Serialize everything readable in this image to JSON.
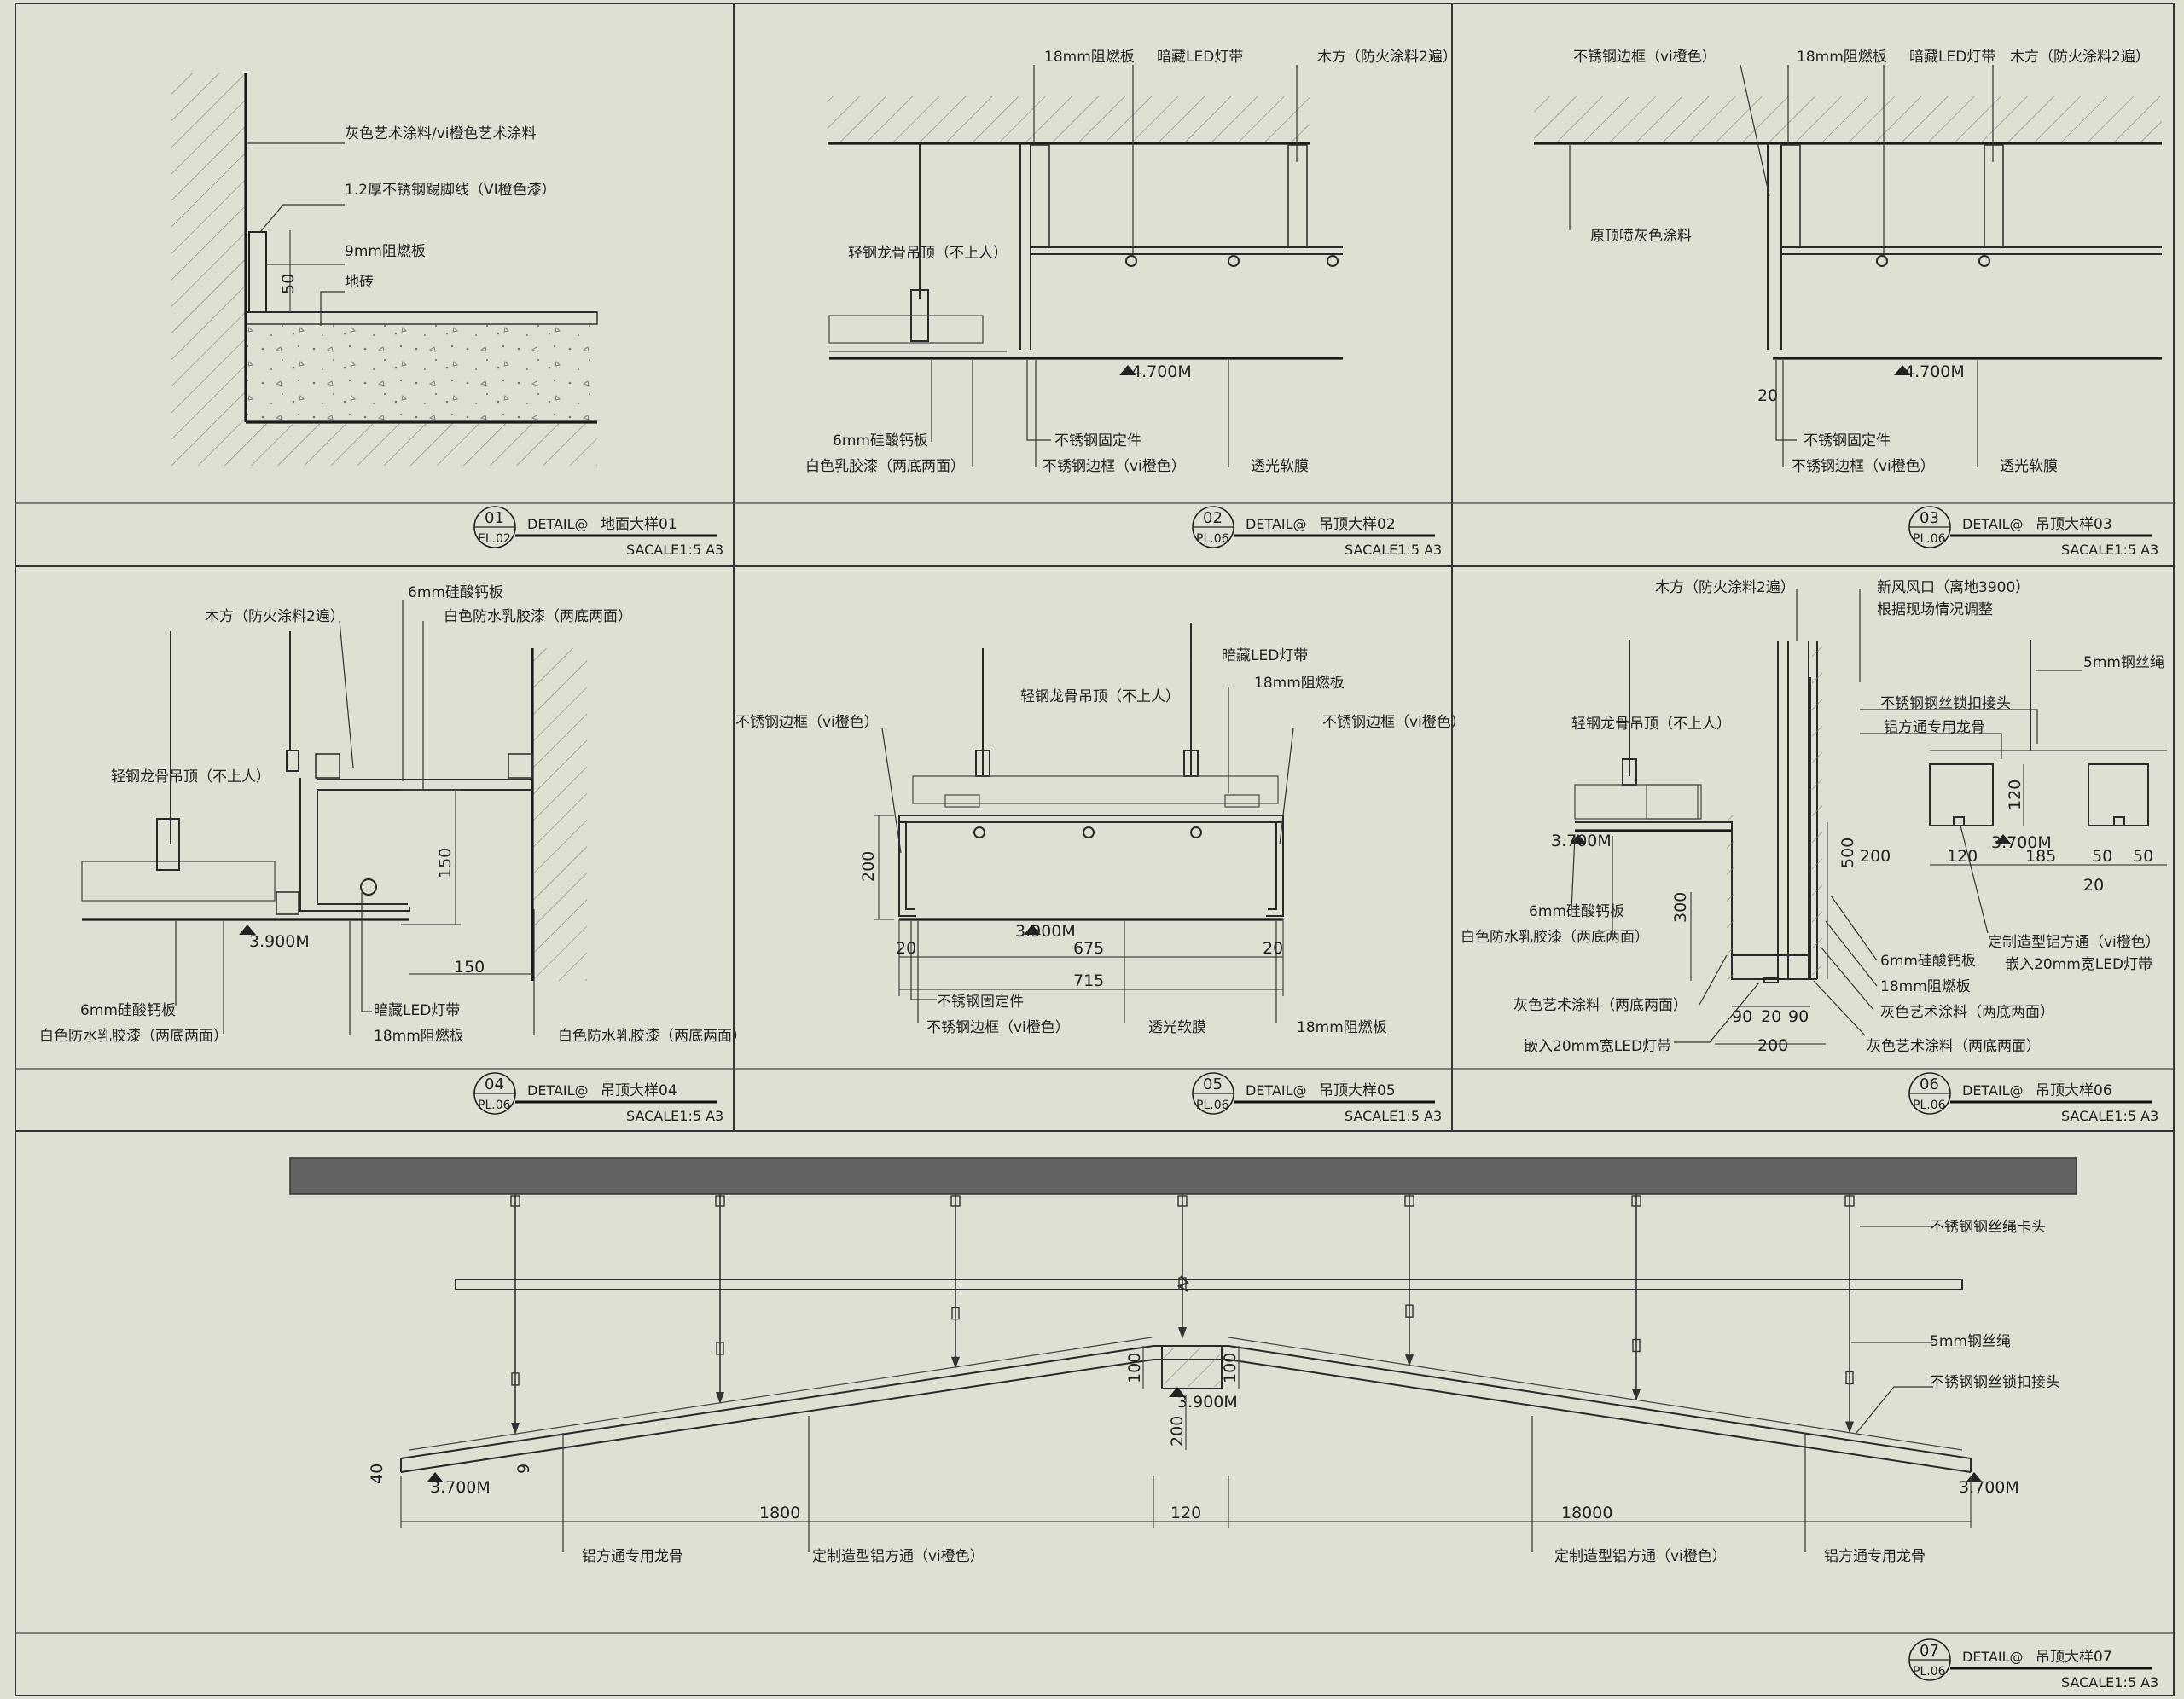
{
  "colors": {
    "background": "#dfdfd3",
    "line": "#2a2a2a",
    "beam": "#636363"
  },
  "details": {
    "d01": {
      "num": "01",
      "sheet": "EL.02",
      "tag": "DETAIL@",
      "name": "地面大样01",
      "scale": "SACALE1:5 A3",
      "labels": {
        "paint": "灰色艺术涂料/vi橙色艺术涂料",
        "skirting": "1.2厚不锈钢踢脚线（VI橙色漆）",
        "board": "9mm阻燃板",
        "tile": "地砖"
      },
      "dims": {
        "h50": "50"
      }
    },
    "d02": {
      "num": "02",
      "sheet": "PL.06",
      "tag": "DETAIL@",
      "name": "吊顶大样02",
      "scale": "SACALE1:5 A3",
      "labels": {
        "board18": "18mm阻燃板",
        "led": "暗藏LED灯带",
        "wood": "木方（防火涂料2遍）",
        "keel": "轻钢龙骨吊顶（不上人）",
        "silicate": "6mm硅酸钙板",
        "latex": "白色乳胶漆（两底两面）",
        "fixer": "不锈钢固定件",
        "frame": "不锈钢边框（vi橙色）",
        "film": "透光软膜"
      },
      "levels": {
        "l4700": "4.700M"
      }
    },
    "d03": {
      "num": "03",
      "sheet": "PL.06",
      "tag": "DETAIL@",
      "name": "吊顶大样03",
      "scale": "SACALE1:5 A3",
      "labels": {
        "frame_top": "不锈钢边框（vi橙色）",
        "board18": "18mm阻燃板",
        "led": "暗藏LED灯带",
        "wood": "木方（防火涂料2遍）",
        "spray": "原顶喷灰色涂料",
        "fixer": "不锈钢固定件",
        "frame": "不锈钢边框（vi橙色）",
        "film": "透光软膜"
      },
      "levels": {
        "l4700": "4.700M"
      },
      "dims": {
        "d20": "20"
      }
    },
    "d04": {
      "num": "04",
      "sheet": "PL.06",
      "tag": "DETAIL@",
      "name": "吊顶大样04",
      "scale": "SACALE1:5 A3",
      "labels": {
        "silicate_top": "6mm硅酸钙板",
        "wood": "木方（防火涂料2遍）",
        "latex_top": "白色防水乳胶漆（两底两面）",
        "keel": "轻钢龙骨吊顶（不上人）",
        "silicate": "6mm硅酸钙板",
        "latex": "白色防水乳胶漆（两底两面）",
        "led": "暗藏LED灯带",
        "board18": "18mm阻燃板",
        "latex_right": "白色防水乳胶漆（两底两面）"
      },
      "levels": {
        "l3900": "3.900M"
      },
      "dims": {
        "d150v": "150",
        "d150h": "150"
      }
    },
    "d05": {
      "num": "05",
      "sheet": "PL.06",
      "tag": "DETAIL@",
      "name": "吊顶大样05",
      "scale": "SACALE1:5 A3",
      "labels": {
        "led": "暗藏LED灯带",
        "keel": "轻钢龙骨吊顶（不上人）",
        "board18_top": "18mm阻燃板",
        "frame_l": "不锈钢边框（vi橙色）",
        "frame_r": "不锈钢边框（vi橙色）",
        "fixer": "不锈钢固定件",
        "frame_b": "不锈钢边框（vi橙色）",
        "film": "透光软膜",
        "board18": "18mm阻燃板"
      },
      "levels": {
        "l3900": "3.900M"
      },
      "dims": {
        "d200": "200",
        "d20a": "20",
        "d675": "675",
        "d20b": "20",
        "d715": "715"
      }
    },
    "d06": {
      "num": "06",
      "sheet": "PL.06",
      "tag": "DETAIL@",
      "name": "吊顶大样06",
      "scale": "SACALE1:5 A3",
      "labels": {
        "wood": "木方（防火涂料2遍）",
        "vent": "新风风口（离地3900）",
        "vent2": "根据现场情况调整",
        "keel": "轻钢龙骨吊顶（不上人）",
        "cable5": "5mm钢丝绳",
        "lock": "不锈钢钢丝锁扣接头",
        "keel_al": "铝方通专用龙骨",
        "silicate_l": "6mm硅酸钙板",
        "latex": "白色防水乳胶漆（两底两面）",
        "grey1": "灰色艺术涂料（两底两面）",
        "strip": "嵌入20mm宽LED灯带",
        "silicate_r": "6mm硅酸钙板",
        "board18": "18mm阻燃板",
        "grey2": "灰色艺术涂料（两底两面）",
        "grey3": "灰色艺术涂料（两底两面）",
        "alu": "定制造型铝方通（vi橙色）",
        "strip2": "嵌入20mm宽LED灯带"
      },
      "levels": {
        "l3700a": "3.700M",
        "l3700b": "3.700M"
      },
      "dims": {
        "d300": "300",
        "d500": "500",
        "d200a": "200",
        "d90a": "90",
        "d20": "20",
        "d90b": "90",
        "d200b": "200",
        "d120v": "120",
        "d120h": "120",
        "d185": "185",
        "d50a": "50",
        "d50b": "50",
        "d20b": "20"
      }
    },
    "d07": {
      "num": "07",
      "sheet": "PL.06",
      "tag": "DETAIL@",
      "name": "吊顶大样07",
      "scale": "SACALE1:5 A3",
      "labels": {
        "clip": "不锈钢钢丝绳卡头",
        "cable5": "5mm钢丝绳",
        "lock": "不锈钢钢丝锁扣接头",
        "keel_l": "铝方通专用龙骨",
        "alu_l": "定制造型铝方通（vi橙色）",
        "alu_r": "定制造型铝方通（vi橙色）",
        "keel_r": "铝方通专用龙骨"
      },
      "levels": {
        "l3900": "3.900M",
        "l3700a": "3.700M",
        "l3700b": "3.700M"
      },
      "dims": {
        "d1800": "1800",
        "d120": "120",
        "d18000": "18000",
        "d100a": "100",
        "d100b": "100",
        "d200": "200",
        "d40": "40",
        "d9": "9"
      }
    }
  }
}
